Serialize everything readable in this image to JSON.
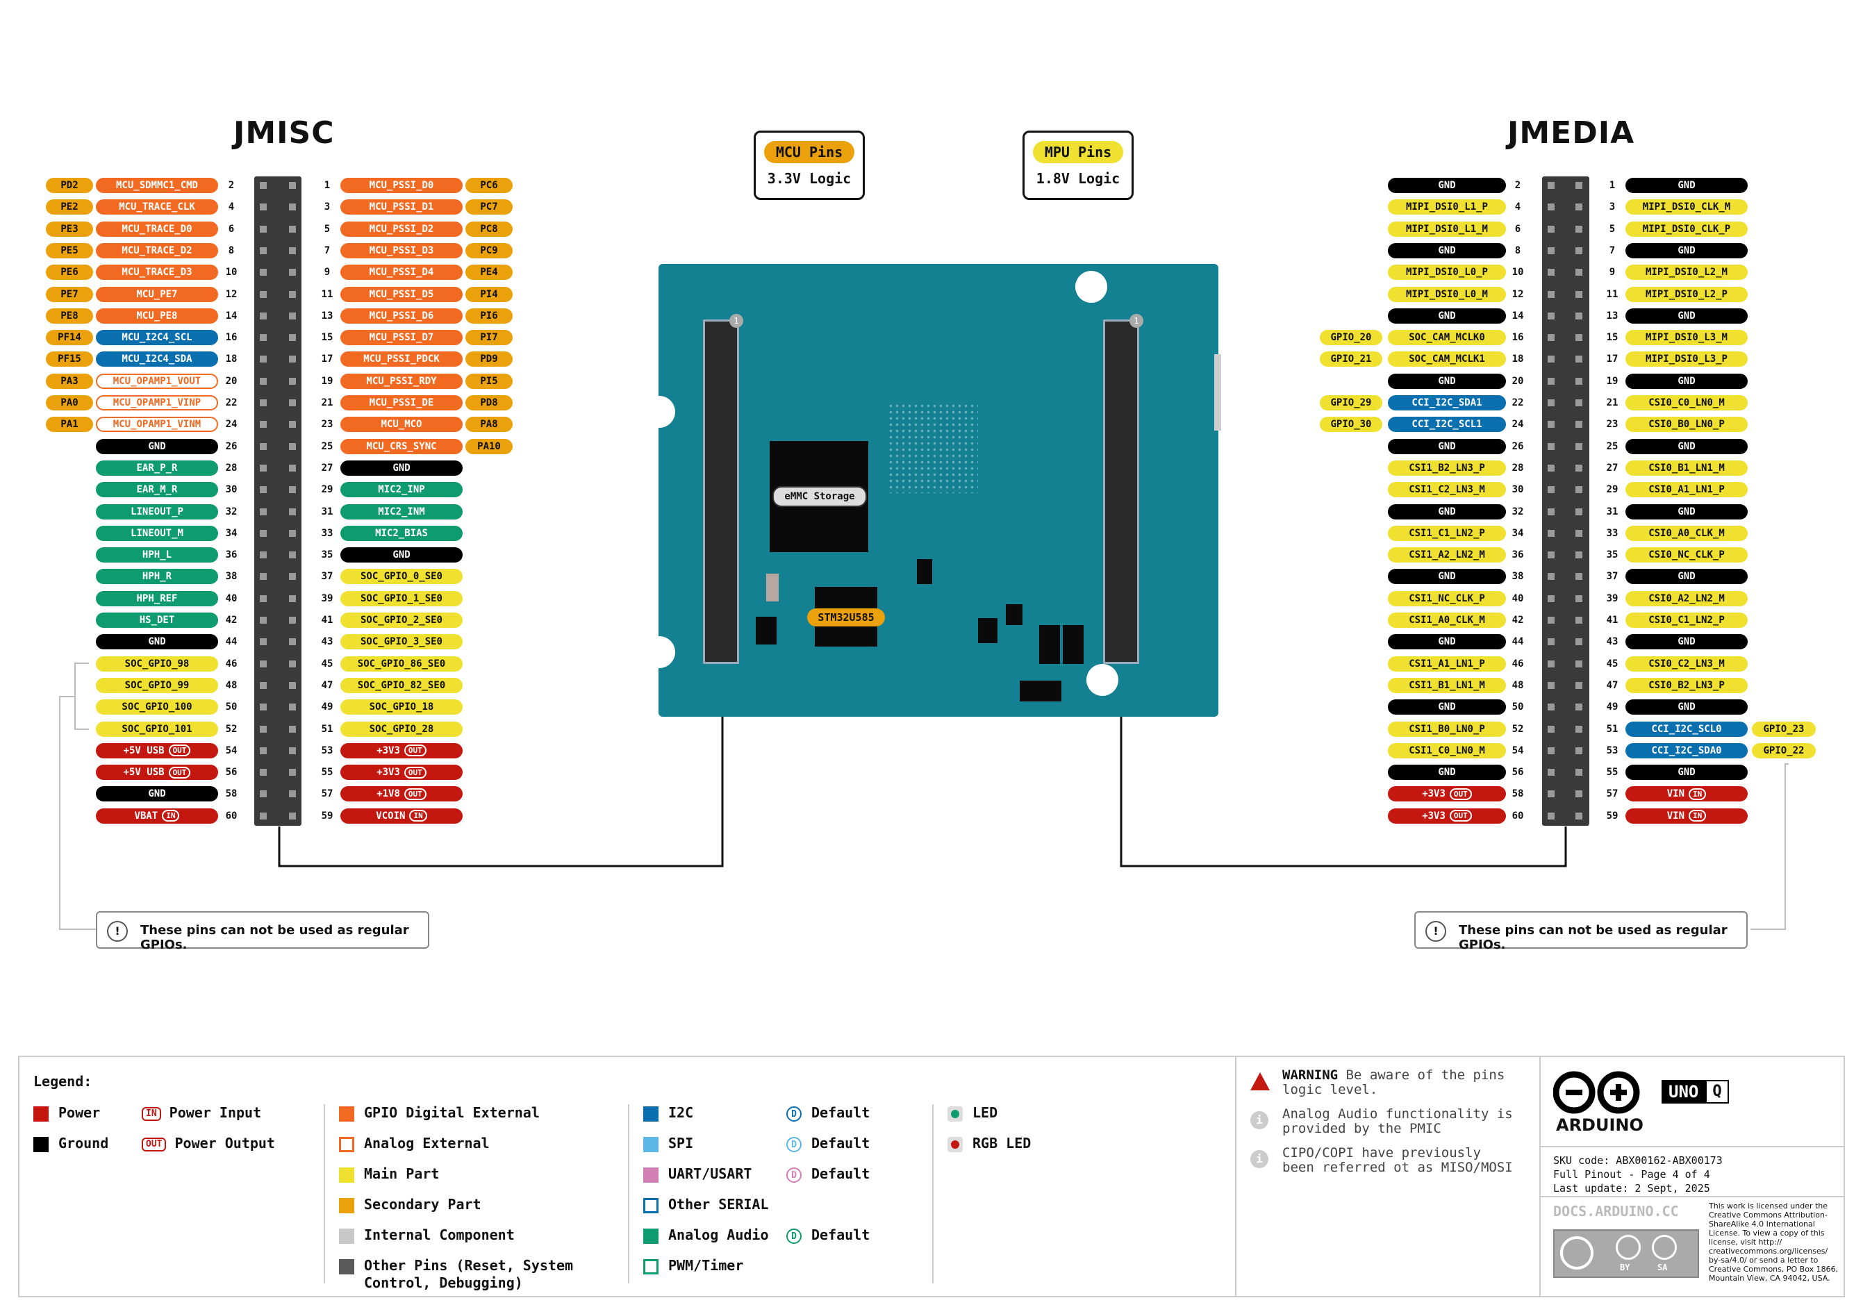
{
  "titles": {
    "left": "JMISC",
    "right": "JMEDIA"
  },
  "logic": {
    "mcu": {
      "label": "MCU Pins",
      "level": "3.3V Logic"
    },
    "mpu": {
      "label": "MPU Pins",
      "level": "1.8V Logic"
    }
  },
  "board": {
    "emmc": "eMMC Storage",
    "mcu_chip": "STM32U585",
    "pin1": "1"
  },
  "jmisc": {
    "left": [
      {
        "n": "2",
        "label": "MCU_SDMMC1_CMD",
        "c": "orange",
        "alt": "PD2"
      },
      {
        "n": "4",
        "label": "MCU_TRACE_CLK",
        "c": "orange",
        "alt": "PE2"
      },
      {
        "n": "6",
        "label": "MCU_TRACE_D0",
        "c": "orange",
        "alt": "PE3"
      },
      {
        "n": "8",
        "label": "MCU_TRACE_D2",
        "c": "orange",
        "alt": "PE5"
      },
      {
        "n": "10",
        "label": "MCU_TRACE_D3",
        "c": "orange",
        "alt": "PE6"
      },
      {
        "n": "12",
        "label": "MCU_PE7",
        "c": "orange",
        "alt": "PE7"
      },
      {
        "n": "14",
        "label": "MCU_PE8",
        "c": "orange",
        "alt": "PE8"
      },
      {
        "n": "16",
        "label": "MCU_I2C4_SCL",
        "c": "blue",
        "alt": "PF14"
      },
      {
        "n": "18",
        "label": "MCU_I2C4_SDA",
        "c": "blue",
        "alt": "PF15"
      },
      {
        "n": "20",
        "label": "MCU_OPAMP1_VOUT",
        "c": "outline",
        "alt": "PA3"
      },
      {
        "n": "22",
        "label": "MCU_OPAMP1_VINP",
        "c": "outline",
        "alt": "PA0"
      },
      {
        "n": "24",
        "label": "MCU_OPAMP1_VINM",
        "c": "outline",
        "alt": "PA1"
      },
      {
        "n": "26",
        "label": "GND",
        "c": "black"
      },
      {
        "n": "28",
        "label": "EAR_P_R",
        "c": "teal"
      },
      {
        "n": "30",
        "label": "EAR_M_R",
        "c": "teal"
      },
      {
        "n": "32",
        "label": "LINEOUT_P",
        "c": "teal"
      },
      {
        "n": "34",
        "label": "LINEOUT_M",
        "c": "teal"
      },
      {
        "n": "36",
        "label": "HPH_L",
        "c": "teal"
      },
      {
        "n": "38",
        "label": "HPH_R",
        "c": "teal"
      },
      {
        "n": "40",
        "label": "HPH_REF",
        "c": "teal"
      },
      {
        "n": "42",
        "label": "HS_DET",
        "c": "teal"
      },
      {
        "n": "44",
        "label": "GND",
        "c": "black"
      },
      {
        "n": "46",
        "label": "SOC_GPIO_98",
        "c": "yellow"
      },
      {
        "n": "48",
        "label": "SOC_GPIO_99",
        "c": "yellow"
      },
      {
        "n": "50",
        "label": "SOC_GPIO_100",
        "c": "yellow"
      },
      {
        "n": "52",
        "label": "SOC_GPIO_101",
        "c": "yellow"
      },
      {
        "n": "54",
        "label": "+5V USB",
        "c": "red",
        "tag": "OUT"
      },
      {
        "n": "56",
        "label": "+5V USB",
        "c": "red",
        "tag": "OUT"
      },
      {
        "n": "58",
        "label": "GND",
        "c": "black"
      },
      {
        "n": "60",
        "label": "VBAT",
        "c": "red",
        "tag": "IN"
      }
    ],
    "right": [
      {
        "n": "1",
        "label": "MCU_PSSI_D0",
        "c": "orange",
        "alt": "PC6"
      },
      {
        "n": "3",
        "label": "MCU_PSSI_D1",
        "c": "orange",
        "alt": "PC7"
      },
      {
        "n": "5",
        "label": "MCU_PSSI_D2",
        "c": "orange",
        "alt": "PC8"
      },
      {
        "n": "7",
        "label": "MCU_PSSI_D3",
        "c": "orange",
        "alt": "PC9"
      },
      {
        "n": "9",
        "label": "MCU_PSSI_D4",
        "c": "orange",
        "alt": "PE4"
      },
      {
        "n": "11",
        "label": "MCU_PSSI_D5",
        "c": "orange",
        "alt": "PI4"
      },
      {
        "n": "13",
        "label": "MCU_PSSI_D6",
        "c": "orange",
        "alt": "PI6"
      },
      {
        "n": "15",
        "label": "MCU_PSSI_D7",
        "c": "orange",
        "alt": "PI7"
      },
      {
        "n": "17",
        "label": "MCU_PSSI_PDCK",
        "c": "orange",
        "alt": "PD9"
      },
      {
        "n": "19",
        "label": "MCU_PSSI_RDY",
        "c": "orange",
        "alt": "PI5"
      },
      {
        "n": "21",
        "label": "MCU_PSSI_DE",
        "c": "orange",
        "alt": "PD8"
      },
      {
        "n": "23",
        "label": "MCU_MCO",
        "c": "orange",
        "alt": "PA8"
      },
      {
        "n": "25",
        "label": "MCU_CRS_SYNC",
        "c": "orange",
        "alt": "PA10"
      },
      {
        "n": "27",
        "label": "GND",
        "c": "black"
      },
      {
        "n": "29",
        "label": "MIC2_INP",
        "c": "teal"
      },
      {
        "n": "31",
        "label": "MIC2_INM",
        "c": "teal"
      },
      {
        "n": "33",
        "label": "MIC2_BIAS",
        "c": "teal"
      },
      {
        "n": "35",
        "label": "GND",
        "c": "black"
      },
      {
        "n": "37",
        "label": "SOC_GPIO_0_SE0",
        "c": "yellow"
      },
      {
        "n": "39",
        "label": "SOC_GPIO_1_SE0",
        "c": "yellow"
      },
      {
        "n": "41",
        "label": "SOC_GPIO_2_SE0",
        "c": "yellow"
      },
      {
        "n": "43",
        "label": "SOC_GPIO_3_SE0",
        "c": "yellow"
      },
      {
        "n": "45",
        "label": "SOC_GPIO_86_SE0",
        "c": "yellow"
      },
      {
        "n": "47",
        "label": "SOC_GPIO_82_SE0",
        "c": "yellow"
      },
      {
        "n": "49",
        "label": "SOC_GPIO_18",
        "c": "yellow"
      },
      {
        "n": "51",
        "label": "SOC_GPIO_28",
        "c": "yellow"
      },
      {
        "n": "53",
        "label": "+3V3",
        "c": "red",
        "tag": "OUT"
      },
      {
        "n": "55",
        "label": "+3V3",
        "c": "red",
        "tag": "OUT"
      },
      {
        "n": "57",
        "label": "+1V8",
        "c": "red",
        "tag": "OUT"
      },
      {
        "n": "59",
        "label": "VCOIN",
        "c": "red",
        "tag": "IN"
      }
    ]
  },
  "jmedia": {
    "left": [
      {
        "n": "2",
        "label": "GND",
        "c": "black"
      },
      {
        "n": "4",
        "label": "MIPI_DSI0_L1_P",
        "c": "yellow"
      },
      {
        "n": "6",
        "label": "MIPI_DSI0_L1_M",
        "c": "yellow"
      },
      {
        "n": "8",
        "label": "GND",
        "c": "black"
      },
      {
        "n": "10",
        "label": "MIPI_DSI0_L0_P",
        "c": "yellow"
      },
      {
        "n": "12",
        "label": "MIPI_DSI0_L0_M",
        "c": "yellow"
      },
      {
        "n": "14",
        "label": "GND",
        "c": "black"
      },
      {
        "n": "16",
        "label": "SOC_CAM_MCLK0",
        "c": "yellow",
        "alt": "GPIO_20"
      },
      {
        "n": "18",
        "label": "SOC_CAM_MCLK1",
        "c": "yellow",
        "alt": "GPIO_21"
      },
      {
        "n": "20",
        "label": "GND",
        "c": "black"
      },
      {
        "n": "22",
        "label": "CCI_I2C_SDA1",
        "c": "blue",
        "alt": "GPIO_29"
      },
      {
        "n": "24",
        "label": "CCI_I2C_SCL1",
        "c": "blue",
        "alt": "GPIO_30"
      },
      {
        "n": "26",
        "label": "GND",
        "c": "black"
      },
      {
        "n": "28",
        "label": "CSI1_B2_LN3_P",
        "c": "yellow"
      },
      {
        "n": "30",
        "label": "CSI1_C2_LN3_M",
        "c": "yellow"
      },
      {
        "n": "32",
        "label": "GND",
        "c": "black"
      },
      {
        "n": "34",
        "label": "CSI1_C1_LN2_P",
        "c": "yellow"
      },
      {
        "n": "36",
        "label": "CSI1_A2_LN2_M",
        "c": "yellow"
      },
      {
        "n": "38",
        "label": "GND",
        "c": "black"
      },
      {
        "n": "40",
        "label": "CSI1_NC_CLK_P",
        "c": "yellow"
      },
      {
        "n": "42",
        "label": "CSI1_A0_CLK_M",
        "c": "yellow"
      },
      {
        "n": "44",
        "label": "GND",
        "c": "black"
      },
      {
        "n": "46",
        "label": "CSI1_A1_LN1_P",
        "c": "yellow"
      },
      {
        "n": "48",
        "label": "CSI1_B1_LN1_M",
        "c": "yellow"
      },
      {
        "n": "50",
        "label": "GND",
        "c": "black"
      },
      {
        "n": "52",
        "label": "CSI1_B0_LN0_P",
        "c": "yellow"
      },
      {
        "n": "54",
        "label": "CSI1_C0_LN0_M",
        "c": "yellow"
      },
      {
        "n": "56",
        "label": "GND",
        "c": "black"
      },
      {
        "n": "58",
        "label": "+3V3",
        "c": "red",
        "tag": "OUT"
      },
      {
        "n": "60",
        "label": "+3V3",
        "c": "red",
        "tag": "OUT"
      }
    ],
    "right": [
      {
        "n": "1",
        "label": "GND",
        "c": "black"
      },
      {
        "n": "3",
        "label": "MIPI_DSI0_CLK_M",
        "c": "yellow"
      },
      {
        "n": "5",
        "label": "MIPI_DSI0_CLK_P",
        "c": "yellow"
      },
      {
        "n": "7",
        "label": "GND",
        "c": "black"
      },
      {
        "n": "9",
        "label": "MIPI_DSI0_L2_M",
        "c": "yellow"
      },
      {
        "n": "11",
        "label": "MIPI_DSI0_L2_P",
        "c": "yellow"
      },
      {
        "n": "13",
        "label": "GND",
        "c": "black"
      },
      {
        "n": "15",
        "label": "MIPI_DSI0_L3_M",
        "c": "yellow"
      },
      {
        "n": "17",
        "label": "MIPI_DSI0_L3_P",
        "c": "yellow"
      },
      {
        "n": "19",
        "label": "GND",
        "c": "black"
      },
      {
        "n": "21",
        "label": "CSI0_C0_LN0_M",
        "c": "yellow"
      },
      {
        "n": "23",
        "label": "CSI0_B0_LN0_P",
        "c": "yellow"
      },
      {
        "n": "25",
        "label": "GND",
        "c": "black"
      },
      {
        "n": "27",
        "label": "CSI0_B1_LN1_M",
        "c": "yellow"
      },
      {
        "n": "29",
        "label": "CSI0_A1_LN1_P",
        "c": "yellow"
      },
      {
        "n": "31",
        "label": "GND",
        "c": "black"
      },
      {
        "n": "33",
        "label": "CSI0_A0_CLK_M",
        "c": "yellow"
      },
      {
        "n": "35",
        "label": "CSI0_NC_CLK_P",
        "c": "yellow"
      },
      {
        "n": "37",
        "label": "GND",
        "c": "black"
      },
      {
        "n": "39",
        "label": "CSI0_A2_LN2_M",
        "c": "yellow"
      },
      {
        "n": "41",
        "label": "CSI0_C1_LN2_P",
        "c": "yellow"
      },
      {
        "n": "43",
        "label": "GND",
        "c": "black"
      },
      {
        "n": "45",
        "label": "CSI0_C2_LN3_M",
        "c": "yellow"
      },
      {
        "n": "47",
        "label": "CSI0_B2_LN3_P",
        "c": "yellow"
      },
      {
        "n": "49",
        "label": "GND",
        "c": "black"
      },
      {
        "n": "51",
        "label": "CCI_I2C_SCL0",
        "c": "blue",
        "alt": "GPIO_23"
      },
      {
        "n": "53",
        "label": "CCI_I2C_SDA0",
        "c": "blue",
        "alt": "GPIO_22"
      },
      {
        "n": "55",
        "label": "GND",
        "c": "black"
      },
      {
        "n": "57",
        "label": "VIN",
        "c": "red",
        "tag": "IN"
      },
      {
        "n": "59",
        "label": "VIN",
        "c": "red",
        "tag": "IN"
      }
    ]
  },
  "notices": {
    "left": "These pins can not be used as regular GPIOs.",
    "right": "These pins can not be used as regular GPIOs.",
    "icon": "!"
  },
  "legend": {
    "title": "Legend:",
    "col1": [
      {
        "label": "Power",
        "color": "#c4170f",
        "icon": "power-swatch"
      },
      {
        "label": "Ground",
        "color": "#000000",
        "icon": "ground-swatch"
      }
    ],
    "col1b": [
      {
        "label": "Power Input",
        "tag": "IN"
      },
      {
        "label": "Power Output",
        "tag": "OUT"
      }
    ],
    "col2": [
      {
        "label": "GPIO Digital External",
        "color": "#f26a21",
        "style": "fill"
      },
      {
        "label": "Analog External",
        "color": "#f26a21",
        "style": "outline"
      },
      {
        "label": "Main Part",
        "color": "#f0e130",
        "style": "fill"
      },
      {
        "label": "Secondary Part",
        "color": "#eba10c",
        "style": "fill"
      },
      {
        "label": "Internal Component",
        "color": "#c8c8c8",
        "style": "fill"
      },
      {
        "label": "Other Pins (Reset, System",
        "label2": "Control, Debugging)",
        "color": "#5a5a5a",
        "style": "fill"
      }
    ],
    "col3": [
      {
        "label": "I2C",
        "color": "#0a6fae",
        "style": "fill"
      },
      {
        "label": "SPI",
        "color": "#5cb7e6",
        "style": "fill"
      },
      {
        "label": "UART/USART",
        "color": "#d17fb5",
        "style": "fill"
      },
      {
        "label": "Other SERIAL",
        "color": "#0a6fae",
        "style": "outline"
      },
      {
        "label": "Analog Audio",
        "color": "#0e9b6e",
        "style": "fill"
      },
      {
        "label": "PWM/Timer",
        "color": "#0e9b6e",
        "style": "outline"
      }
    ],
    "col3b": [
      {
        "label": "Default",
        "row": 0,
        "color": "#0a6fae"
      },
      {
        "label": "Default",
        "row": 1,
        "color": "#5cb7e6"
      },
      {
        "label": "Default",
        "row": 2,
        "color": "#d17fb5"
      },
      {
        "label": "Default",
        "row": 4,
        "color": "#0e9b6e"
      }
    ],
    "default_glyph": "D",
    "col4": [
      {
        "label": "LED",
        "color": "#0e9b6e"
      },
      {
        "label": "RGB LED",
        "color": "#c4170f"
      }
    ]
  },
  "warnings": [
    {
      "bold": "WARNING",
      "text": " Be aware of the pins",
      "text2": "logic level.",
      "icon": "warning-icon"
    },
    {
      "text": "Analog Audio functionality is",
      "text2": "provided by the PMIC",
      "icon": "info-icon"
    },
    {
      "text": "CIPO/COPI have previously",
      "text2": "been referred ot as MISO/MOSI",
      "icon": "info-icon"
    }
  ],
  "brand": {
    "name": "ARDUINO",
    "board": "UNO",
    "board_suffix": "Q",
    "sku": "SKU code: ABX00162-ABX00173",
    "page": "Full Pinout - Page 4 of 4",
    "updated": "Last update: 2 Sept, 2025",
    "docs": "DOCS.ARDUINO.CC",
    "license_lines": [
      "This work is licensed under the",
      "Creative Commons Attribution-",
      "ShareAlike 4.0 International",
      "License. To view a copy of this",
      "license, visit http://",
      "creativecommons.org/licenses/",
      "by-sa/4.0/ or send a letter to",
      "Creative Commons, PO Box 1866,",
      "Mountain View, CA 94042, USA."
    ],
    "cc_by": "BY",
    "cc_sa": "SA"
  },
  "colors": {
    "orange": "#f26a21",
    "yellow": "#f0e130",
    "secondary": "#eba10c",
    "black": "#000000",
    "teal": "#0e9b6e",
    "blue": "#0a6fae",
    "red": "#c4170f",
    "board": "#148192"
  }
}
